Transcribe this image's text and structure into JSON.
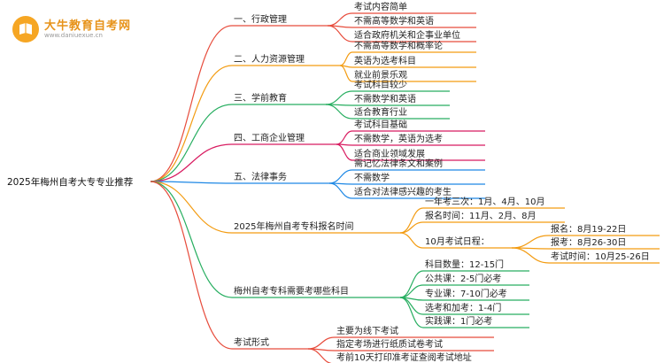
{
  "logo": {
    "name": "大牛教育自考网",
    "url": "www.daniuexue.cn"
  },
  "root": "2025年梅州自考大专专业推荐",
  "branches": [
    {
      "label": "一、行政管理",
      "color": "#e74c3c",
      "children": [
        {
          "label": "考试内容简单"
        },
        {
          "label": "不需高等数学和英语"
        },
        {
          "label": "适合政府机关和企事业单位"
        }
      ]
    },
    {
      "label": "二、人力资源管理",
      "color": "#f39c12",
      "children": [
        {
          "label": "不需高等数学和概率论"
        },
        {
          "label": "英语为选考科目"
        },
        {
          "label": "就业前景乐观"
        }
      ]
    },
    {
      "label": "三、学前教育",
      "color": "#27ae60",
      "children": [
        {
          "label": "考试科目较少"
        },
        {
          "label": "不需数学和英语"
        },
        {
          "label": "适合教育行业"
        }
      ]
    },
    {
      "label": "四、工商企业管理",
      "color": "#d81b60",
      "children": [
        {
          "label": "考试科目基础"
        },
        {
          "label": "不需数学，英语为选考"
        },
        {
          "label": "适合商业领域发展"
        }
      ]
    },
    {
      "label": "五、法律事务",
      "color": "#1e88e5",
      "children": [
        {
          "label": "需记忆法律条文和案例"
        },
        {
          "label": "不需数学"
        },
        {
          "label": "适合对法律感兴趣的考生"
        }
      ]
    },
    {
      "label": "2025年梅州自考专科报名时间",
      "color": "#f39c12",
      "children": [
        {
          "label": "一年考三次：1月、4月、10月"
        },
        {
          "label": "报名时间：11月、2月、8月"
        },
        {
          "label": "10月考试日程：",
          "children": [
            {
              "label": "报名：8月19-22日"
            },
            {
              "label": "报考：8月26-30日"
            },
            {
              "label": "考试时间：10月25-26日"
            }
          ]
        }
      ]
    },
    {
      "label": "梅州自考专科需要考哪些科目",
      "color": "#27ae60",
      "children": [
        {
          "label": "科目数量：12-15门"
        },
        {
          "label": "公共课：2-5门必考"
        },
        {
          "label": "专业课：7-10门必考"
        },
        {
          "label": "选考和加考：1-4门"
        },
        {
          "label": "实践课：1门必考"
        }
      ]
    },
    {
      "label": "考试形式",
      "color": "#e74c3c",
      "children": [
        {
          "label": "主要为线下考试"
        },
        {
          "label": "指定考场进行纸质试卷考试"
        },
        {
          "label": "考前10天打印准考证查阅考试地址"
        }
      ]
    }
  ]
}
